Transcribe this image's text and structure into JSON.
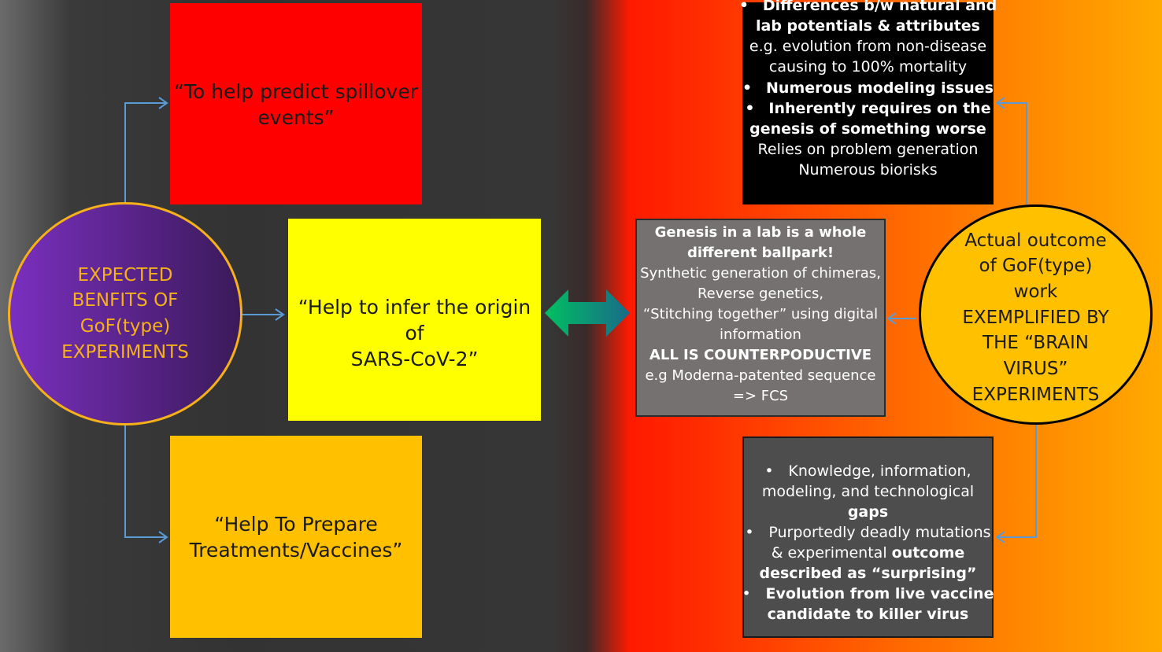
{
  "left_circle": {
    "lines": [
      "EXPECTED",
      "BENFITS OF",
      "GoF(type)",
      "EXPERIMENTS"
    ],
    "fill_start": "#7a2fbf",
    "fill_end": "#3b1a5a",
    "border": "#f5b01a",
    "text_color": "#f5b01a"
  },
  "box_spillover": {
    "lines": [
      "“To help predict spillover",
      "events”"
    ],
    "color": "#ff0000"
  },
  "box_origin": {
    "lines": [
      "“Help to infer the origin of",
      "SARS-CoV-2”"
    ],
    "color": "#ffff00"
  },
  "box_treatments": {
    "lines": [
      "“Help To Prepare",
      "Treatments/Vaccines”"
    ],
    "color": "#ffc000"
  },
  "box_lab_genesis": {
    "lines": [
      {
        "text": "Genesis in a lab is a whole",
        "bold": true
      },
      {
        "text": "different ballpark!",
        "bold": true
      },
      {
        "text": "Synthetic generation of chimeras,",
        "bold": false
      },
      {
        "text": "Reverse genetics,",
        "bold": false
      },
      {
        "text": "“Stitching together” using digital",
        "bold": false
      },
      {
        "text": "information",
        "bold": false
      },
      {
        "text": "ALL IS COUNTERPODUCTIVE",
        "bold": true
      },
      {
        "text": "e.g Moderna-patented sequence",
        "bold": false
      },
      {
        "text": "=> FCS",
        "bold": false
      }
    ]
  },
  "box_differences": {
    "lines": [
      {
        "bullet": "•",
        "text": "Differences b/w natural and",
        "bold": true
      },
      {
        "bullet": "",
        "text": "lab potentials & attributes",
        "bold": true
      },
      {
        "bullet": "",
        "text": "e.g. evolution from non-disease",
        "bold": false
      },
      {
        "bullet": "",
        "text": "causing to 100% mortality",
        "bold": false
      },
      {
        "bullet": "•",
        "text": "Numerous modeling issues",
        "bold": true
      },
      {
        "bullet": "•",
        "text": "Inherently requires on the",
        "bold": true
      },
      {
        "bullet": "",
        "text": "genesis of something worse",
        "bold": true
      },
      {
        "bullet": "",
        "text": "Relies on problem generation",
        "bold": false
      },
      {
        "bullet": "",
        "text": "Numerous biorisks",
        "bold": false
      }
    ]
  },
  "box_gaps": {
    "lines": [
      {
        "bullet": "•",
        "parts": [
          {
            "text": "Knowledge, information,",
            "bold": false
          }
        ]
      },
      {
        "bullet": "",
        "parts": [
          {
            "text": "modeling, and technological",
            "bold": false
          }
        ]
      },
      {
        "bullet": "",
        "parts": [
          {
            "text": "gaps",
            "bold": true
          }
        ]
      },
      {
        "bullet": "•",
        "parts": [
          {
            "text": "Purportedly deadly mutations",
            "bold": false
          }
        ]
      },
      {
        "bullet": "",
        "parts": [
          {
            "text": "& experimental ",
            "bold": false
          },
          {
            "text": "outcome",
            "bold": true
          }
        ]
      },
      {
        "bullet": "",
        "parts": [
          {
            "text": "described as “surprising”",
            "bold": true
          }
        ]
      },
      {
        "bullet": "•",
        "parts": [
          {
            "text": "Evolution from live vaccine",
            "bold": true
          }
        ]
      },
      {
        "bullet": "",
        "parts": [
          {
            "text": "candidate to killer virus",
            "bold": true
          }
        ]
      }
    ]
  },
  "right_circle": {
    "lines": [
      "Actual outcome",
      "of GoF(type)",
      "work",
      "EXEMPLIFIED BY",
      "THE “BRAIN",
      "VIRUS”",
      "EXPERIMENTS"
    ],
    "fill": "#ffc000",
    "border": "#000000",
    "text_color": "#1a1a1a"
  },
  "colors": {
    "connector": "#5b9bd5",
    "double_arrow_start": "#00c060",
    "double_arrow_end": "#1a6a8a"
  }
}
